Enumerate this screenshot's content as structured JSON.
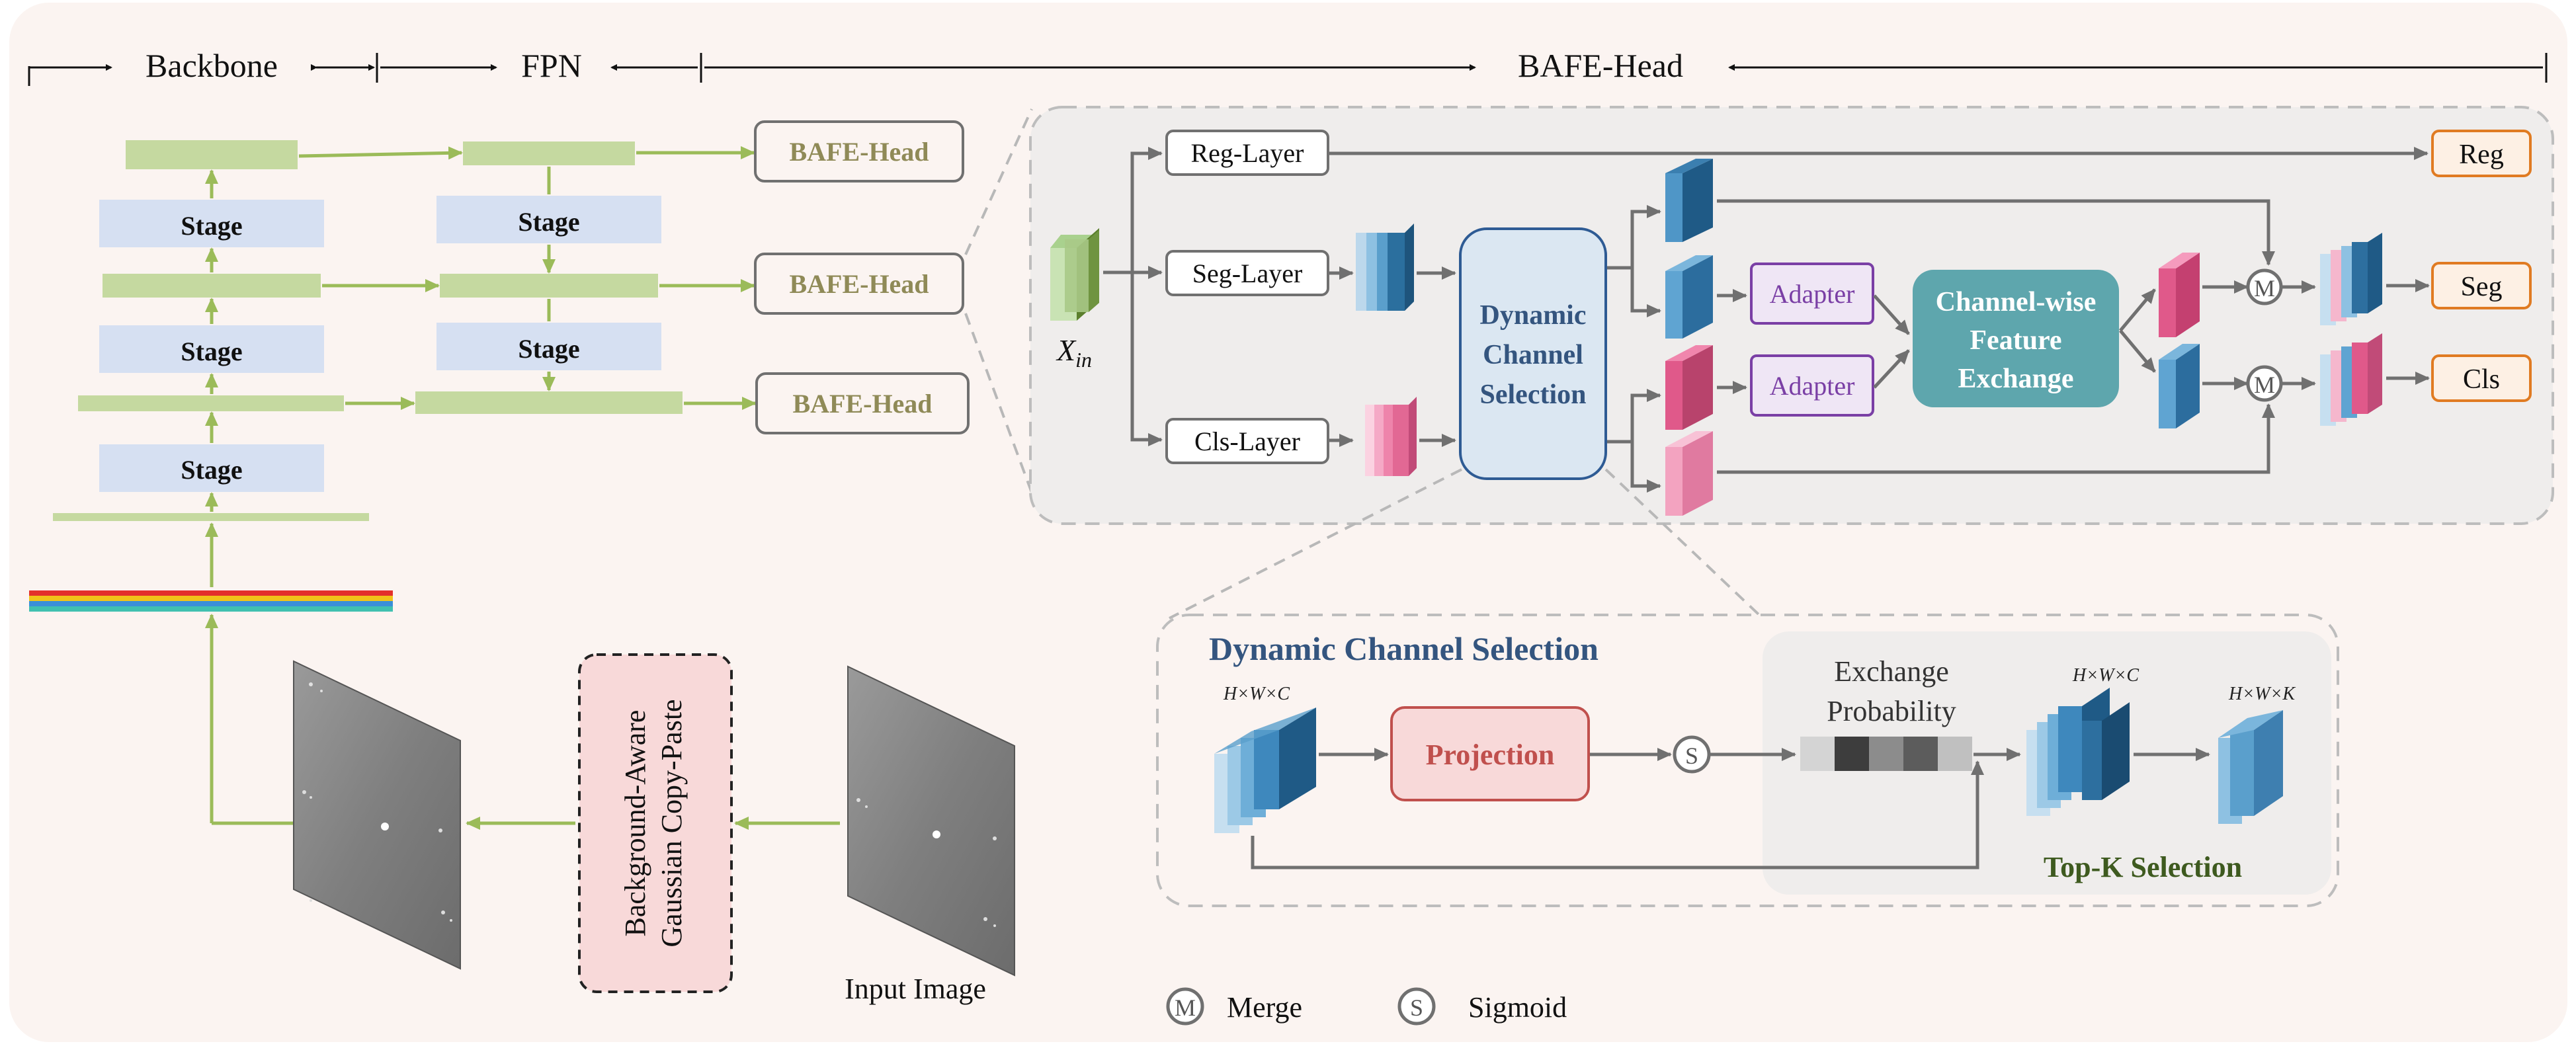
{
  "header": {
    "backbone": "Backbone",
    "fpn": "FPN",
    "bafe_head": "BAFE-Head"
  },
  "backbone": {
    "stages": [
      "Stage",
      "Stage",
      "Stage"
    ]
  },
  "fpn": {
    "stages": [
      "Stage",
      "Stage"
    ]
  },
  "heads": [
    "BAFE-Head",
    "BAFE-Head",
    "BAFE-Head"
  ],
  "input": {
    "augment_line1": "Background-Aware",
    "augment_line2": "Gaussian Copy-Paste",
    "input_label": "Input Image"
  },
  "bafe": {
    "xin_base": "X",
    "xin_sub": "in",
    "reg_layer": "Reg-Layer",
    "seg_layer": "Seg-Layer",
    "cls_layer": "Cls-Layer",
    "dcs_line1": "Dynamic",
    "dcs_line2": "Channel",
    "dcs_line3": "Selection",
    "adapter": "Adapter",
    "cfe_line1": "Channel-wise",
    "cfe_line2": "Feature",
    "cfe_line3": "Exchange",
    "merge_symbol": "M",
    "out_reg": "Reg",
    "out_seg": "Seg",
    "out_cls": "Cls"
  },
  "dcs_detail": {
    "title": "Dynamic Channel Selection",
    "dim_in": "H×W×C",
    "projection": "Projection",
    "sigmoid_symbol": "S",
    "exchange_line1": "Exchange",
    "exchange_line2": "Probability",
    "dim_mid": "H×W×C",
    "dim_out": "H×W×K",
    "topk": "Top-K Selection"
  },
  "legend": {
    "merge_symbol": "M",
    "merge_label": "Merge",
    "sigmoid_symbol": "S",
    "sigmoid_label": "Sigmoid"
  },
  "colors": {
    "frame_bg": "#fbf4f1",
    "green": "#9bbb59",
    "green_bar": "#c5d9a0",
    "stage_blue": "#d6e0f2",
    "head_text": "#8f8a57",
    "panel_bg": "#efedec",
    "dcs_title": "#34557f",
    "adapter": "#7a3fa5",
    "cfe": "#5ea6ad",
    "projection": "#c0504d",
    "output": "#e07b22",
    "topk": "#3e5a1f"
  }
}
